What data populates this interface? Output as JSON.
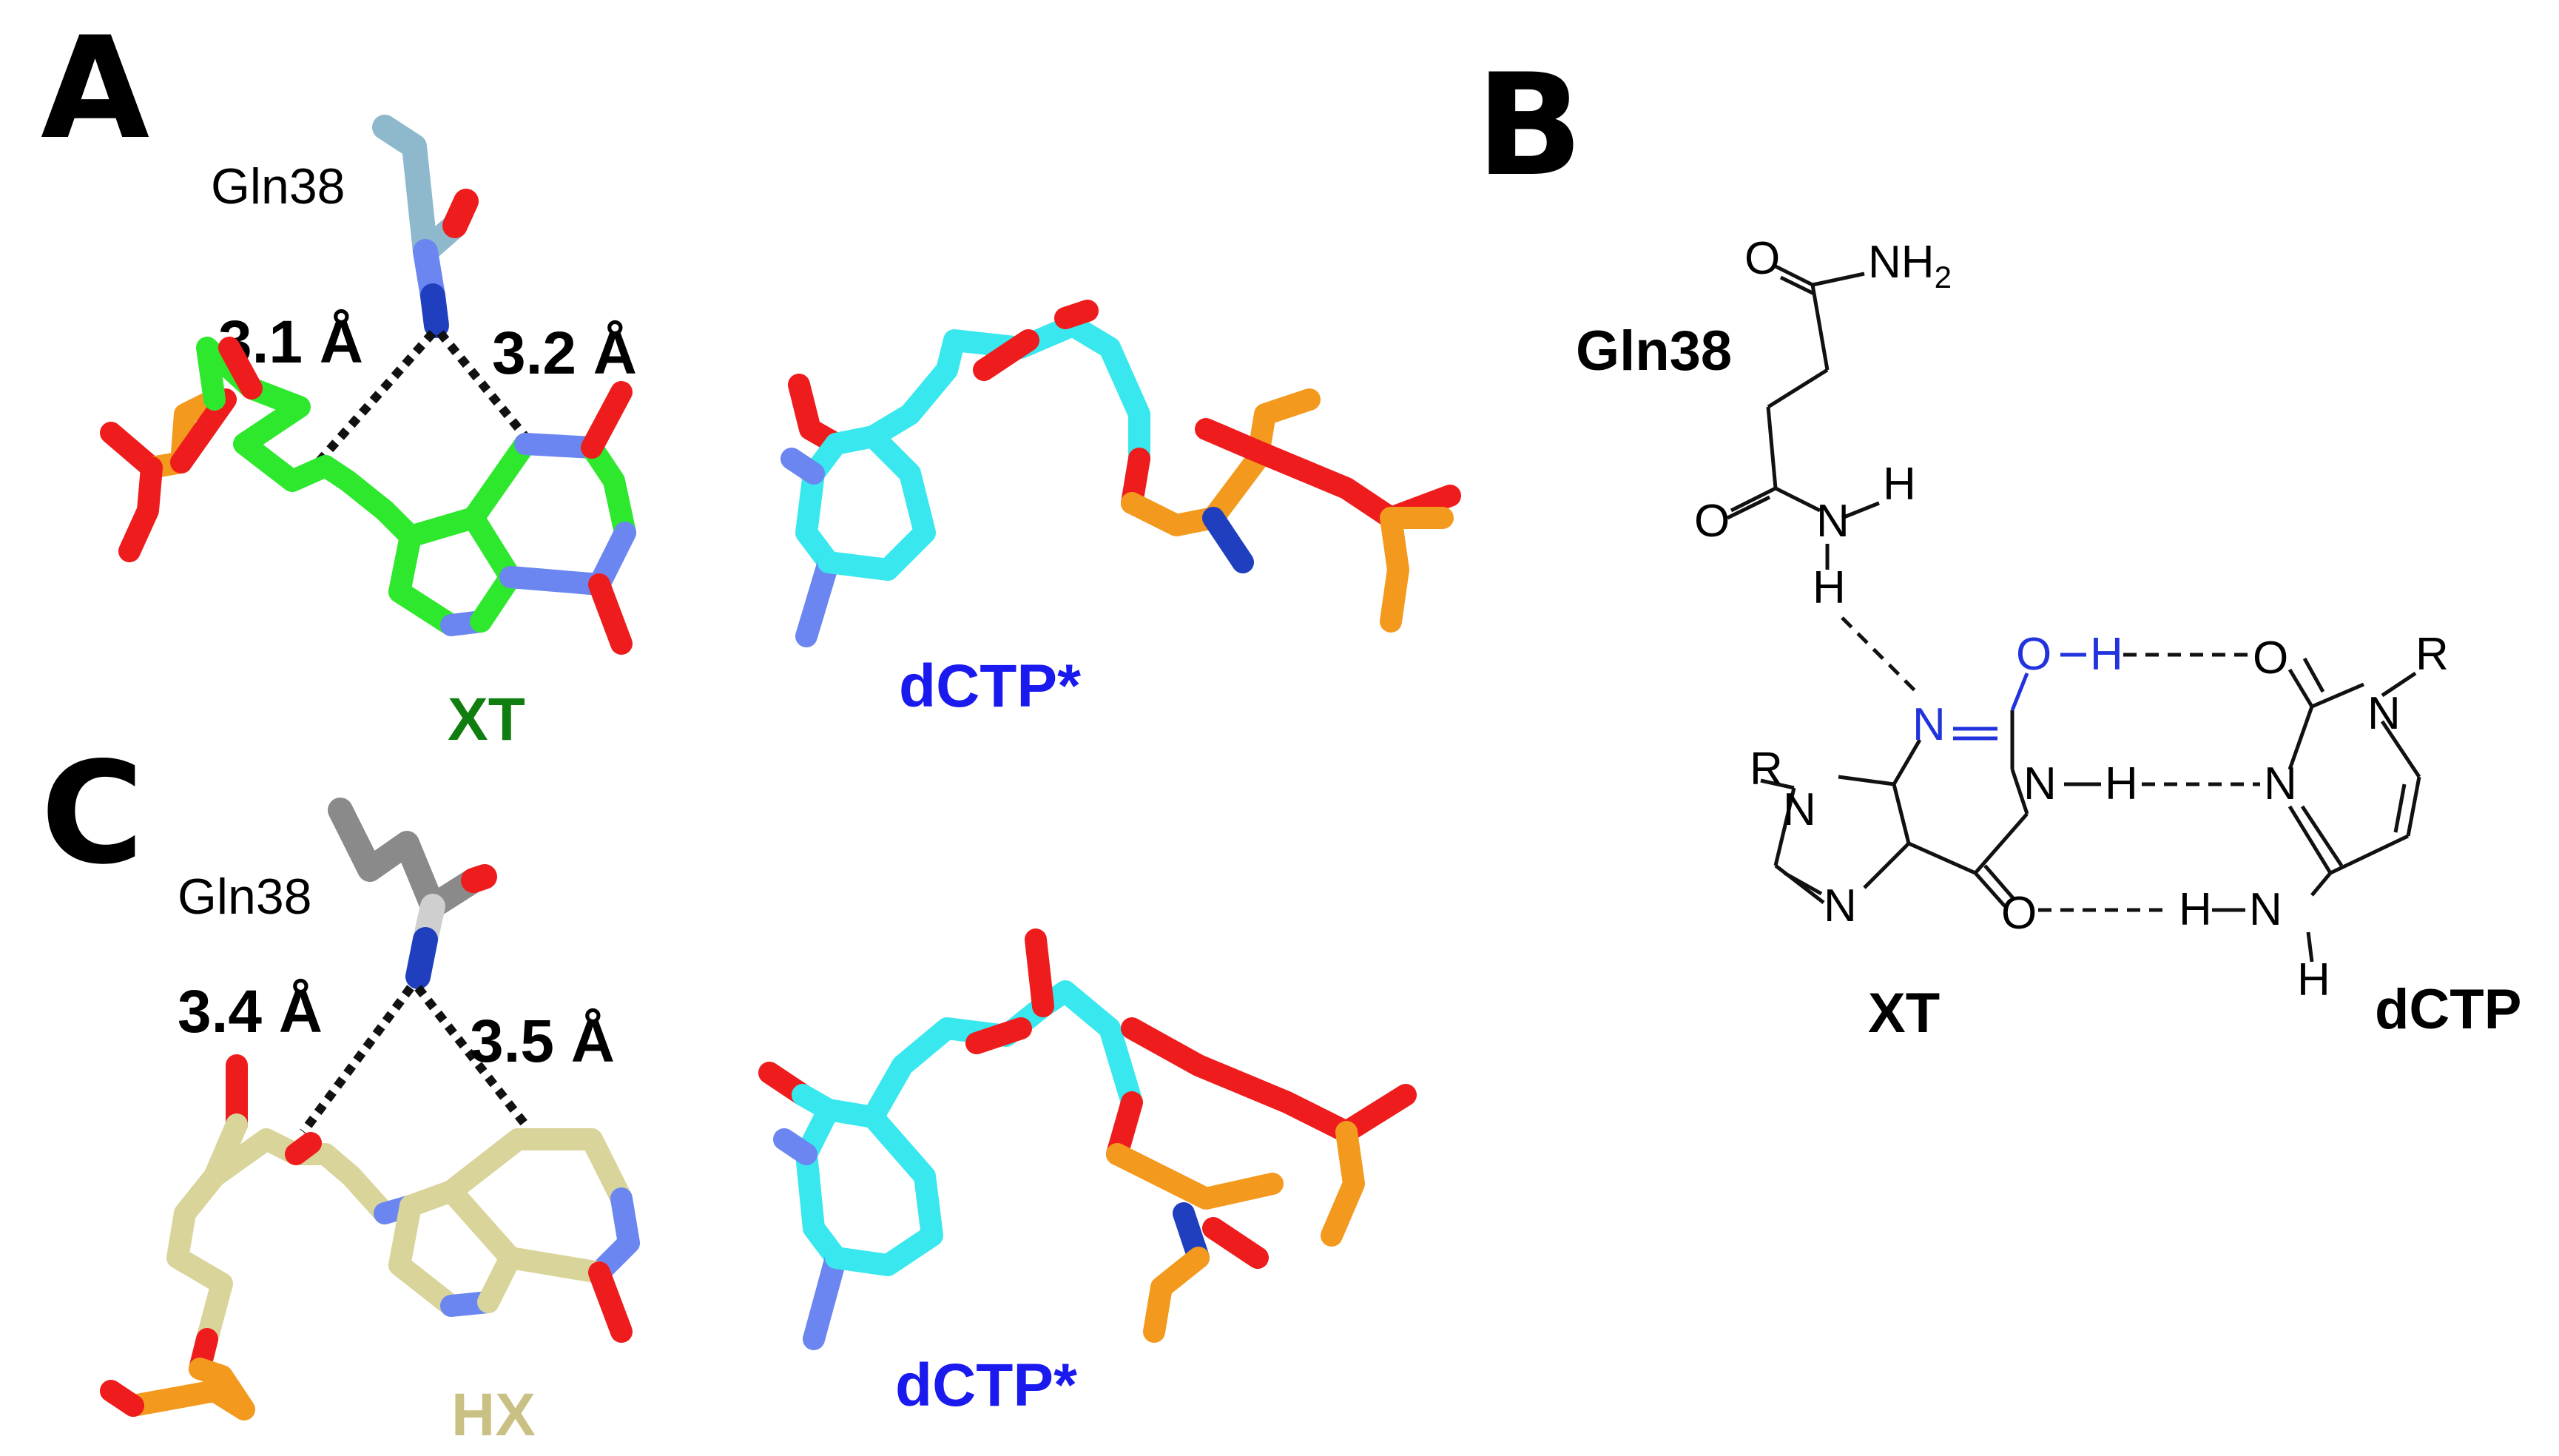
{
  "panels": {
    "A": {
      "letter": "A",
      "residue": "Gln38",
      "dist_left": "3.1 Å",
      "dist_right": "3.2 Å",
      "ligand": "XT",
      "partner": "dCTP*"
    },
    "B": {
      "letter": "B",
      "residue": "Gln38",
      "ligand": "XT",
      "partner": "dCTP",
      "atoms": {
        "O": "O",
        "NH2": "NH",
        "NH2_sub": "2",
        "N": "N",
        "H": "H",
        "R": "R",
        "OH_O": "O",
        "OH_H": "H"
      }
    },
    "C": {
      "letter": "C",
      "residue": "Gln38",
      "dist_left": "3.4 Å",
      "dist_right": "3.5 Å",
      "ligand": "HX",
      "partner": "dCTP*"
    }
  },
  "colors": {
    "xt_carbon": "#2ee82e",
    "hx_carbon": "#d8d49a",
    "dctp_carbon": "#38e8ee",
    "gln_a_carbon": "#8eb9cc",
    "gln_c_carbon": "#8a8a8a",
    "nitrogen": "#6b86f0",
    "oxygen": "#ee1c1c",
    "phosphorus": "#f39a1e",
    "label_xt": "#0f7d0f",
    "label_hx": "#c9c184",
    "label_dctp": "#1a1aee",
    "enol_blue": "#2233dd"
  }
}
